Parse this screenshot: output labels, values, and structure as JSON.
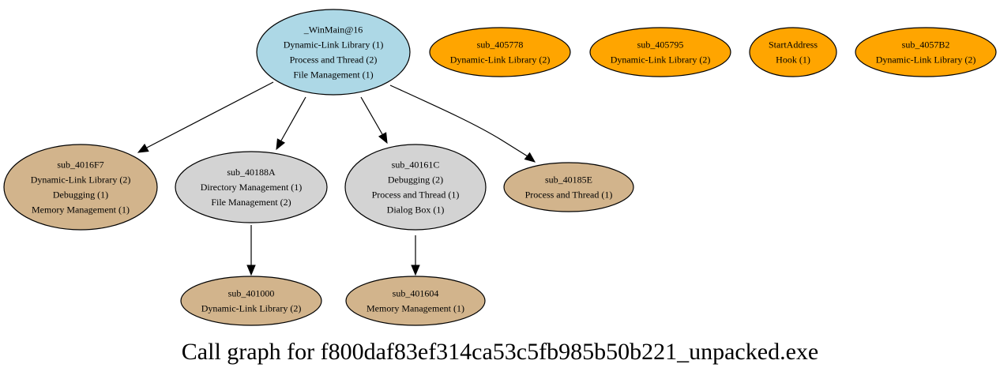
{
  "graph": {
    "caption": "Call graph for f800daf83ef314ca53c5fb985b50b221_unpacked.exe",
    "colors": {
      "root": "#add8e6",
      "isolated": "#ffa500",
      "leaf": "#d2b48c",
      "intermediate": "#d3d3d3"
    },
    "nodes": [
      {
        "id": "winmain",
        "kind": "root",
        "lines": [
          "_WinMain@16",
          "Dynamic-Link Library (1)",
          "Process and Thread (2)",
          "File Management (1)"
        ]
      },
      {
        "id": "sub_405778",
        "kind": "isolated",
        "lines": [
          "sub_405778",
          "Dynamic-Link Library (2)"
        ]
      },
      {
        "id": "sub_405795",
        "kind": "isolated",
        "lines": [
          "sub_405795",
          "Dynamic-Link Library (2)"
        ]
      },
      {
        "id": "startaddress",
        "kind": "isolated",
        "lines": [
          "StartAddress",
          "Hook (1)"
        ]
      },
      {
        "id": "sub_4057b2",
        "kind": "isolated",
        "lines": [
          "sub_4057B2",
          "Dynamic-Link Library (2)"
        ]
      },
      {
        "id": "sub_4016f7",
        "kind": "leaf",
        "lines": [
          "sub_4016F7",
          "Dynamic-Link Library (2)",
          "Debugging (1)",
          "Memory Management (1)"
        ]
      },
      {
        "id": "sub_40188a",
        "kind": "intermediate",
        "lines": [
          "sub_40188A",
          "Directory Management (1)",
          "File Management (2)"
        ]
      },
      {
        "id": "sub_40161c",
        "kind": "intermediate",
        "lines": [
          "sub_40161C",
          "Debugging (2)",
          "Process and Thread (1)",
          "Dialog Box (1)"
        ]
      },
      {
        "id": "sub_40185e",
        "kind": "leaf",
        "lines": [
          "sub_40185E",
          "Process and Thread (1)"
        ]
      },
      {
        "id": "sub_401000",
        "kind": "leaf",
        "lines": [
          "sub_401000",
          "Dynamic-Link Library (2)"
        ]
      },
      {
        "id": "sub_401604",
        "kind": "leaf",
        "lines": [
          "sub_401604",
          "Memory Management (1)"
        ]
      }
    ],
    "edges": [
      {
        "from": "winmain",
        "to": "sub_4016f7"
      },
      {
        "from": "winmain",
        "to": "sub_40188a"
      },
      {
        "from": "winmain",
        "to": "sub_40161c"
      },
      {
        "from": "winmain",
        "to": "sub_40185e"
      },
      {
        "from": "sub_40188a",
        "to": "sub_401000"
      },
      {
        "from": "sub_40161c",
        "to": "sub_401604"
      }
    ]
  }
}
